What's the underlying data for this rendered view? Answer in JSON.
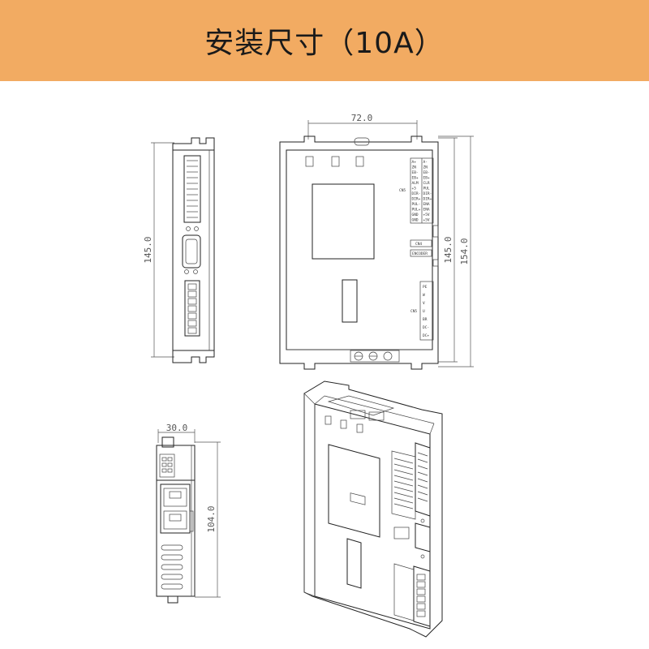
{
  "banner": {
    "title": "安装尺寸（10A）",
    "background": "#f2ab62"
  },
  "side_view": {
    "height_label": "145.0"
  },
  "front_view": {
    "width_label": "72.0",
    "inner_height_label": "145.0",
    "outer_height_label": "154.0",
    "cn_label_io": "CN5",
    "cn_label_encoder": "CN4",
    "encoder_label": "ENCODER",
    "cn_label_power": "CN5",
    "terminal_labels_left": [
      "A+",
      "ZN",
      "EB-",
      "EB+",
      "ALM",
      "+5",
      "DIR-",
      "DIR+",
      "PUL-",
      "PUL+",
      "GND",
      "GND"
    ],
    "terminal_labels_right": [
      "A-",
      "ZN",
      "EB-",
      "EB+",
      "CLR",
      "PUL",
      "DIR-",
      "DIR+",
      "ENA",
      "ENA",
      "+5V",
      "+5V"
    ],
    "power_labels": [
      "PE",
      "W",
      "V",
      "U",
      "BR",
      "DC-",
      "DC+"
    ]
  },
  "end_view": {
    "width_label": "30.0",
    "height_label": "104.0"
  }
}
